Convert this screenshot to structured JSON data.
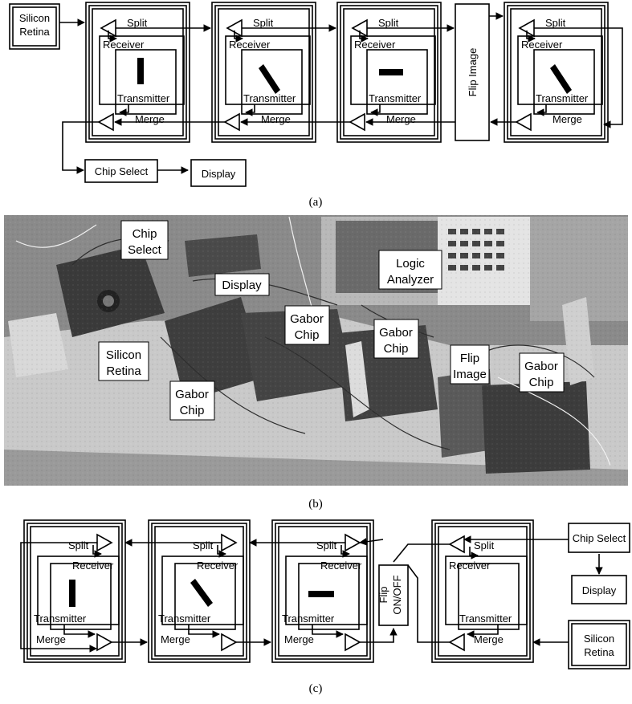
{
  "panel_a": {
    "caption": "(a)",
    "retina": [
      "Silicon",
      "Retina"
    ],
    "flip_image": "Flip Image",
    "chip_labels": {
      "split": "Split",
      "receiver": "Receiver",
      "transmitter": "Transmitter",
      "merge": "Merge"
    },
    "chip_select": "Chip Select",
    "display": "Display"
  },
  "panel_b": {
    "caption": "(b)",
    "labels": {
      "chip_select": [
        "Chip",
        "Select"
      ],
      "display": "Display",
      "logic_analyzer": [
        "Logic",
        "Analyzer"
      ],
      "gabor_chip": [
        "Gabor",
        "Chip"
      ],
      "silicon_retina": [
        "Silicon",
        "Retina"
      ],
      "flip_image": [
        "Flip",
        "Image"
      ]
    }
  },
  "panel_c": {
    "caption": "(c)",
    "chip_labels": {
      "split": "Split",
      "receiver": "Receiver",
      "transmitter": "Transmitter",
      "merge": "Merge"
    },
    "flip": [
      "Flip",
      "ON/OFF"
    ],
    "chip_select": "Chip Select",
    "display": "Display",
    "retina": [
      "Silicon",
      "Retina"
    ]
  }
}
